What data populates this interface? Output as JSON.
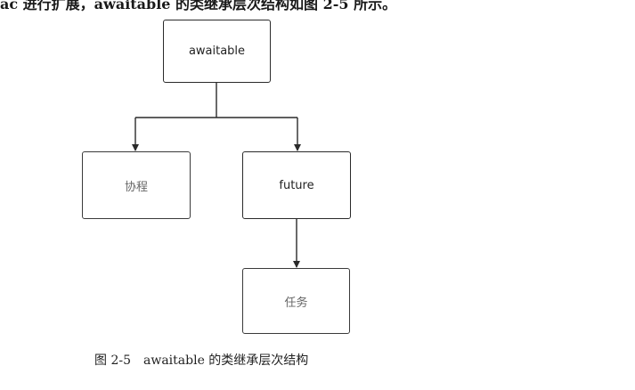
{
  "top_text": "ac 进行扩展，awaitable 的类继承层次结构如图 2-5 所示。",
  "nodes": {
    "root": "awaitable",
    "coroutine": "协程",
    "future": "future",
    "task": "任务"
  },
  "caption": {
    "figure_number": "图 2-5",
    "title": "awaitable 的类继承层次结构"
  }
}
